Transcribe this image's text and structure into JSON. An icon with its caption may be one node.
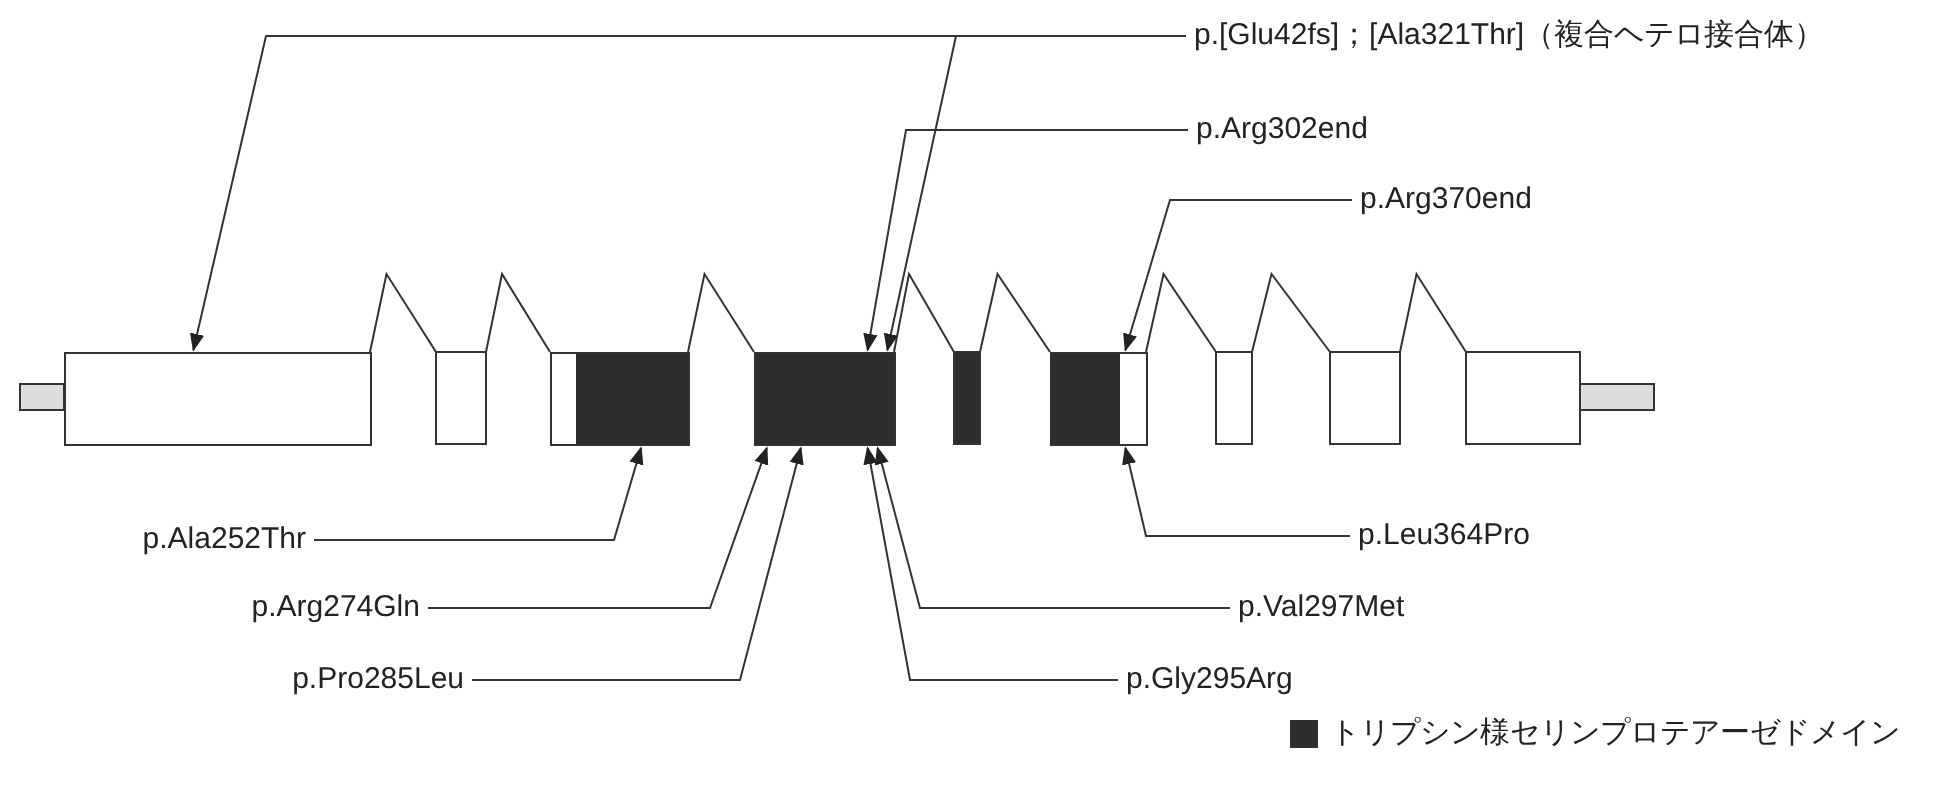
{
  "diagram": {
    "nodes": [
      {
        "text": [
          "p.[Glu42fs]；[Ala321Thr]（複合ヘテロ接合体）"
        ]
      },
      {
        "text": [
          "p.Arg302end"
        ]
      },
      {
        "text": [
          "p.Arg370end"
        ]
      },
      {
        "text": [],
        "shape": "box"
      },
      {
        "text": [],
        "shape": "box"
      },
      {
        "text": [],
        "shape": "box"
      },
      {
        "text": [],
        "shape": "box"
      },
      {
        "text": [
          "p.Ala252Thr"
        ]
      },
      {
        "text": [
          "p.Arg274Gln"
        ]
      },
      {
        "text": [
          "p.Pro285Leu"
        ]
      },
      {
        "text": [
          "p.Leu364Pro"
        ]
      },
      {
        "text": [
          "p.Val297Met"
        ]
      },
      {
        "text": [
          "p.Gly295Arg"
        ]
      }
    ],
    "edges": [
      {
        "from": 0,
        "to": 3,
        "arrow": "to"
      },
      {
        "from": 0,
        "to": 5,
        "arrow": "to"
      },
      {
        "from": 1,
        "to": 5,
        "arrow": "to"
      },
      {
        "from": 2,
        "to": 6,
        "arrow": "to"
      },
      {
        "from": 7,
        "to": 4,
        "arrow": "to"
      },
      {
        "from": 8,
        "to": 5,
        "arrow": "to"
      },
      {
        "from": 9,
        "to": 5,
        "arrow": "to"
      },
      {
        "from": 10,
        "to": 6,
        "arrow": "to"
      },
      {
        "from": 11,
        "to": 5,
        "arrow": "to"
      },
      {
        "from": 12,
        "to": 5,
        "arrow": "to"
      }
    ],
    "legend": [
      {
        "text": "トリプシン様セリンプロテアーゼドメイン",
        "color": "#2e2e2e"
      }
    ]
  }
}
